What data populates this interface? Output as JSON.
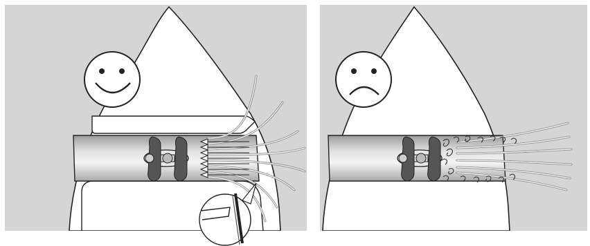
{
  "panels": [
    {
      "id": "good",
      "face": "smiley-face-icon",
      "airflow": "laminar"
    },
    {
      "id": "bad",
      "face": "sad-face-icon",
      "airflow": "turbulent"
    }
  ],
  "colors": {
    "background_panel": "#d5d5d5",
    "page": "#ffffff",
    "iron_body": "#ffffff",
    "channel": "#bdbdbd",
    "fan_blade": "#555555",
    "outline": "#222222",
    "airflow_line": "#9a9a9a"
  }
}
